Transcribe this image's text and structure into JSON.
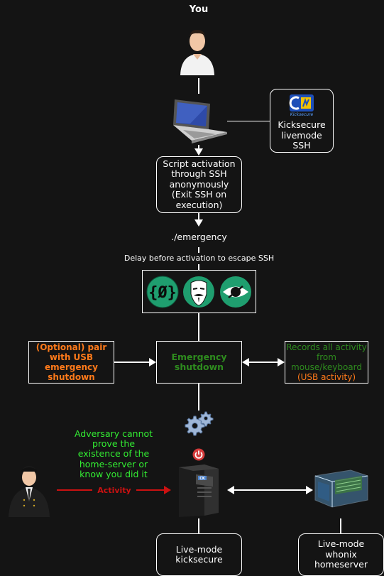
{
  "title": "You",
  "kicksecure_box": {
    "logo_text": "Kicksecure",
    "label": "Kicksecure\nlivemode\nSSH"
  },
  "script_box": "Script activation\nthrough SSH\nanonymously\n(Exit SSH on\nexecution)",
  "command": "./emergency",
  "delay_label": "Delay before activation to escape SSH",
  "app_icons": [
    "curly-braces-icon",
    "anonymous-mask-icon",
    "eye-icon"
  ],
  "usb_box": "(Optional) pair\nwith USB\nemergency\nshutdown",
  "emergency_box": "Emergency\nshutdown",
  "records_box": {
    "line1": "Records all activity\nfrom\nmouse/keyboard",
    "line2": "(USB activity)"
  },
  "adversary_text": "Adversary cannot\nprove the\nexistence of the\nhome-server or\nknow you did it",
  "activity_label": "Activity",
  "server_logo_text": "CK",
  "live_kicksecure": "Live-mode\nkicksecure",
  "live_whonix": "Live-mode\nwhonix\nhomeserver",
  "colors": {
    "green": "#2e8b1e",
    "orange": "#ff7a1a",
    "bright_green": "#33ee33",
    "red": "#cc1111",
    "teal": "#1f9e6f"
  }
}
